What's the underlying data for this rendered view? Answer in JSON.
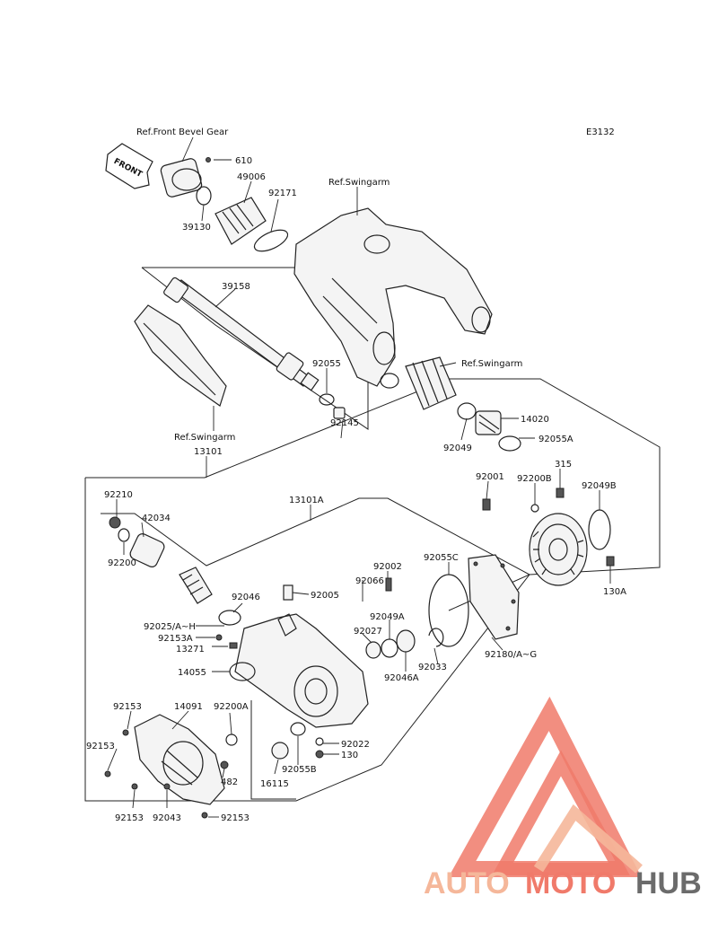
{
  "diagram_code": "E3132",
  "front_arrow": "FRONT",
  "refs": {
    "front_bevel_gear": "Ref.Front Bevel Gear",
    "swingarm_top": "Ref.Swingarm",
    "swingarm_mid": "Ref.Swingarm",
    "swingarm_left": "Ref.Swingarm"
  },
  "labels": {
    "p610": "610",
    "p49006": "49006",
    "p92171": "92171",
    "p39130": "39130",
    "p39158": "39158",
    "p92055": "92055",
    "p92145": "92145",
    "p14020": "14020",
    "p92049": "92049",
    "p92055A": "92055A",
    "p13101": "13101",
    "p92001": "92001",
    "p92200B": "92200B",
    "p315": "315",
    "p92049B": "92049B",
    "p130A": "130A",
    "p92210": "92210",
    "p42034": "42034",
    "p92200": "92200",
    "p13101A": "13101A",
    "p92055C": "92055C",
    "p92002": "92002",
    "p92066": "92066",
    "p92005": "92005",
    "p92046": "92046",
    "p92025": "92025/A~H",
    "p92153A": "92153A",
    "p13271": "13271",
    "p92049A": "92049A",
    "p92027": "92027",
    "p92033": "92033",
    "p92046A": "92046A",
    "p92180": "92180/A~G",
    "p14055": "14055",
    "p92153a": "92153",
    "p14091": "14091",
    "p92200A": "92200A",
    "p92153b": "92153",
    "p482": "482",
    "p92022": "92022",
    "p130": "130",
    "p92055B": "92055B",
    "p16115": "16115",
    "p92153c": "92153",
    "p92043": "92043",
    "p92153d": "92153"
  },
  "watermark": {
    "auto": "AUTO",
    "moto": "MOTO",
    "hub": "HUB",
    "colors": {
      "triangle": "#f07a6a",
      "auto": "#f5b79a",
      "hub": "#6b6b6b"
    }
  }
}
